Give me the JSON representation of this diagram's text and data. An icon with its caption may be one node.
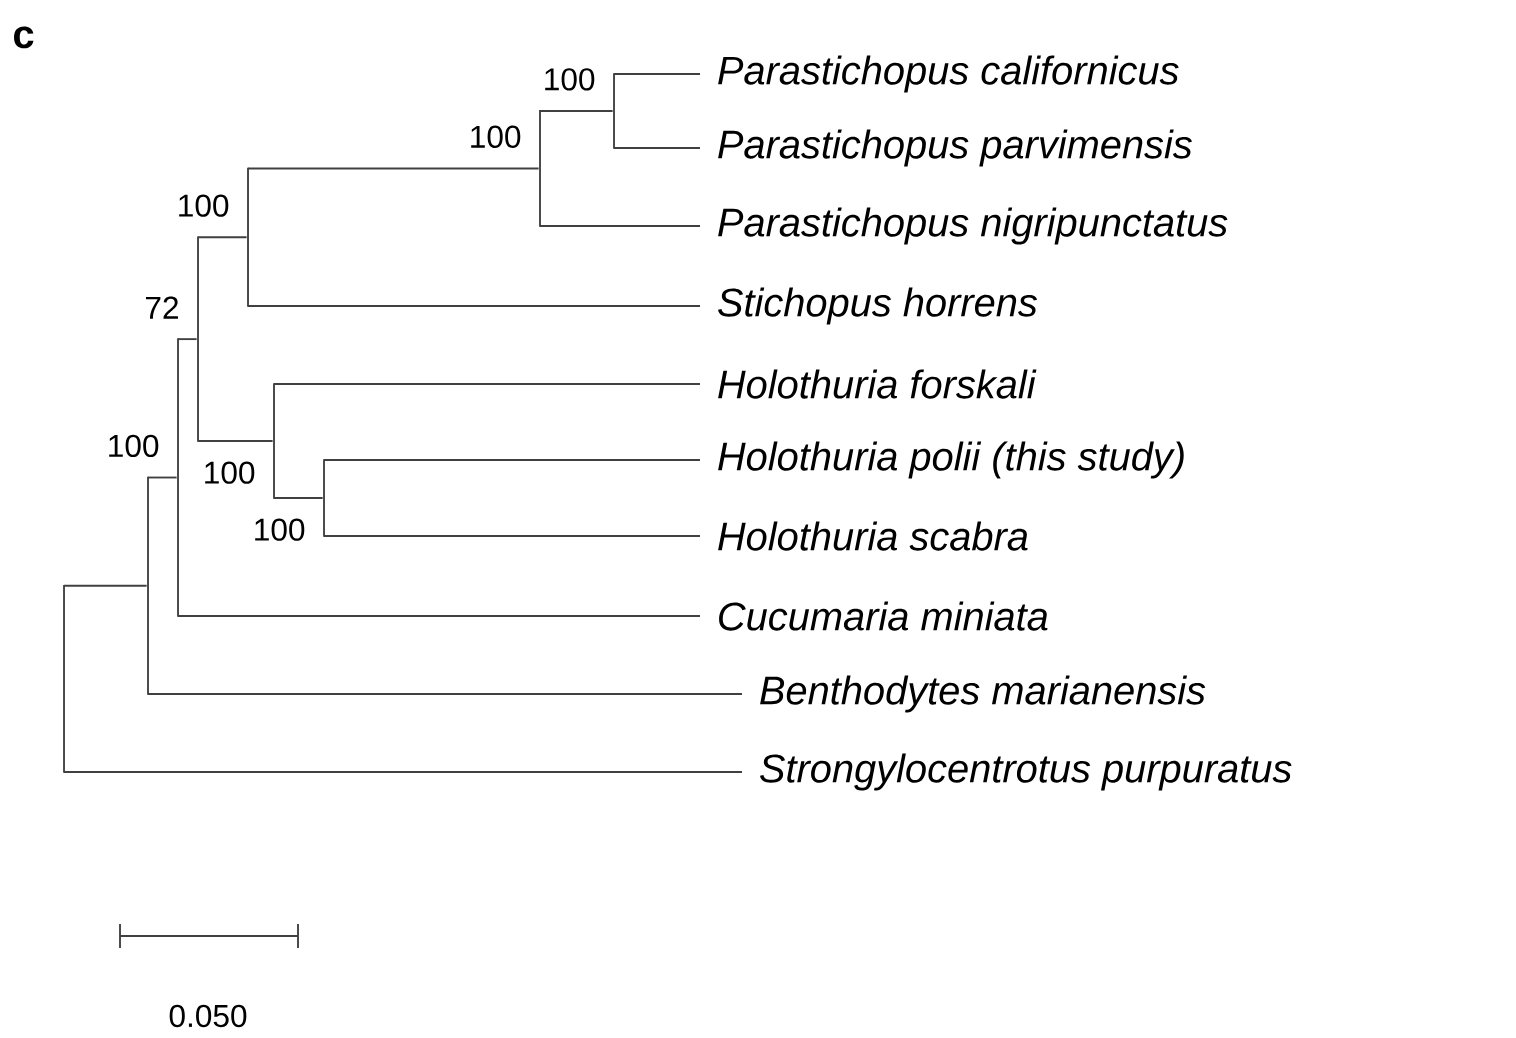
{
  "diagram": {
    "nodes": [
      {
        "text": [
          "Parastichopus californicus"
        ]
      },
      {
        "text": [
          "Parastichopus parvimensis"
        ]
      },
      {
        "text": [
          "Parastichopus nigripunctatus"
        ]
      },
      {
        "text": [
          "Stichopus horrens"
        ]
      },
      {
        "text": [
          "Holothuria forskali"
        ]
      },
      {
        "text": [
          "Holothuria polii (this study)"
        ]
      },
      {
        "text": [
          "Holothuria scabra"
        ]
      },
      {
        "text": [
          "Cucumaria miniata"
        ]
      },
      {
        "text": [
          "Benthodytes marianensis"
        ]
      },
      {
        "text": [
          "Strongylocentrotus purpuratus"
        ]
      },
      {
        "text": [],
        "shape": "bar"
      },
      {
        "text": [],
        "shape": "bar"
      },
      {
        "text": [],
        "shape": "bar",
        "beside": [
          "100"
        ]
      },
      {
        "text": [],
        "shape": "bar",
        "beside": [
          "72"
        ]
      },
      {
        "text": [],
        "shape": "bar",
        "beside": [
          "100"
        ]
      },
      {
        "text": [],
        "shape": "bar",
        "beside": [
          "100"
        ]
      },
      {
        "text": [],
        "shape": "bar",
        "beside": [
          "100"
        ]
      },
      {
        "text": [],
        "shape": "bar",
        "beside": [
          "100"
        ]
      },
      {
        "text": [],
        "shape": "bar",
        "beside": [
          "100"
        ]
      }
    ],
    "edges": [
      {
        "from": 18,
        "to": 0,
        "arrow": "none"
      },
      {
        "from": 18,
        "to": 1,
        "arrow": "none"
      },
      {
        "from": 17,
        "to": 18,
        "arrow": "none"
      },
      {
        "from": 17,
        "to": 2,
        "arrow": "none"
      },
      {
        "from": 14,
        "to": 17,
        "arrow": "none"
      },
      {
        "from": 14,
        "to": 3,
        "arrow": "none"
      },
      {
        "from": 16,
        "to": 5,
        "arrow": "none"
      },
      {
        "from": 16,
        "to": 6,
        "arrow": "none"
      },
      {
        "from": 15,
        "to": 4,
        "arrow": "none"
      },
      {
        "from": 15,
        "to": 16,
        "arrow": "none"
      },
      {
        "from": 13,
        "to": 14,
        "arrow": "none"
      },
      {
        "from": 13,
        "to": 15,
        "arrow": "none"
      },
      {
        "from": 12,
        "to": 13,
        "arrow": "none"
      },
      {
        "from": 12,
        "to": 7,
        "arrow": "none"
      },
      {
        "from": 11,
        "to": 12,
        "arrow": "none"
      },
      {
        "from": 11,
        "to": 8,
        "arrow": "none"
      },
      {
        "from": 10,
        "to": 11,
        "arrow": "none"
      },
      {
        "from": 10,
        "to": 9,
        "arrow": "none"
      }
    ],
    "labels": [
      "c",
      "0.050"
    ]
  }
}
